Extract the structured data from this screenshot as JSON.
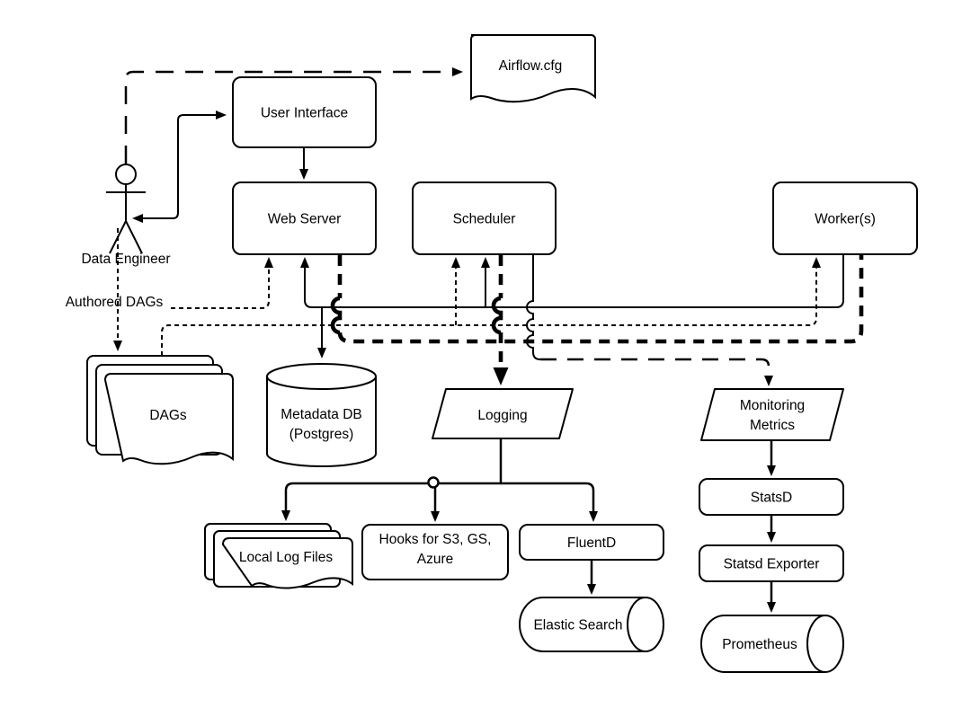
{
  "colors": {
    "stroke": "#000000",
    "background": "#ffffff"
  },
  "nodes": {
    "airflow_cfg": {
      "label": "Airflow.cfg"
    },
    "user_interface": {
      "label": "User Interface"
    },
    "web_server": {
      "label": "Web Server"
    },
    "scheduler": {
      "label": "Scheduler"
    },
    "workers": {
      "label": "Worker(s)"
    },
    "dags": {
      "label": "DAGs"
    },
    "metadata_db": {
      "label_line1": "Metadata DB",
      "label_line2": "(Postgres)"
    },
    "logging": {
      "label": "Logging"
    },
    "monitoring_metrics": {
      "label_line1": "Monitoring",
      "label_line2": "Metrics"
    },
    "statsd": {
      "label": "StatsD"
    },
    "statsd_exporter": {
      "label": "Statsd Exporter"
    },
    "prometheus": {
      "label": "Prometheus"
    },
    "local_log_files": {
      "label": "Local Log Files"
    },
    "hooks": {
      "label_line1": "Hooks for  S3, GS,",
      "label_line2": "Azure"
    },
    "fluentd": {
      "label": "FluentD"
    },
    "elastic_search": {
      "label": "Elastic Search"
    }
  },
  "annotations": {
    "data_engineer": {
      "label": "Data Engineer"
    },
    "authored_dags": {
      "label": "Authored DAGs"
    }
  }
}
